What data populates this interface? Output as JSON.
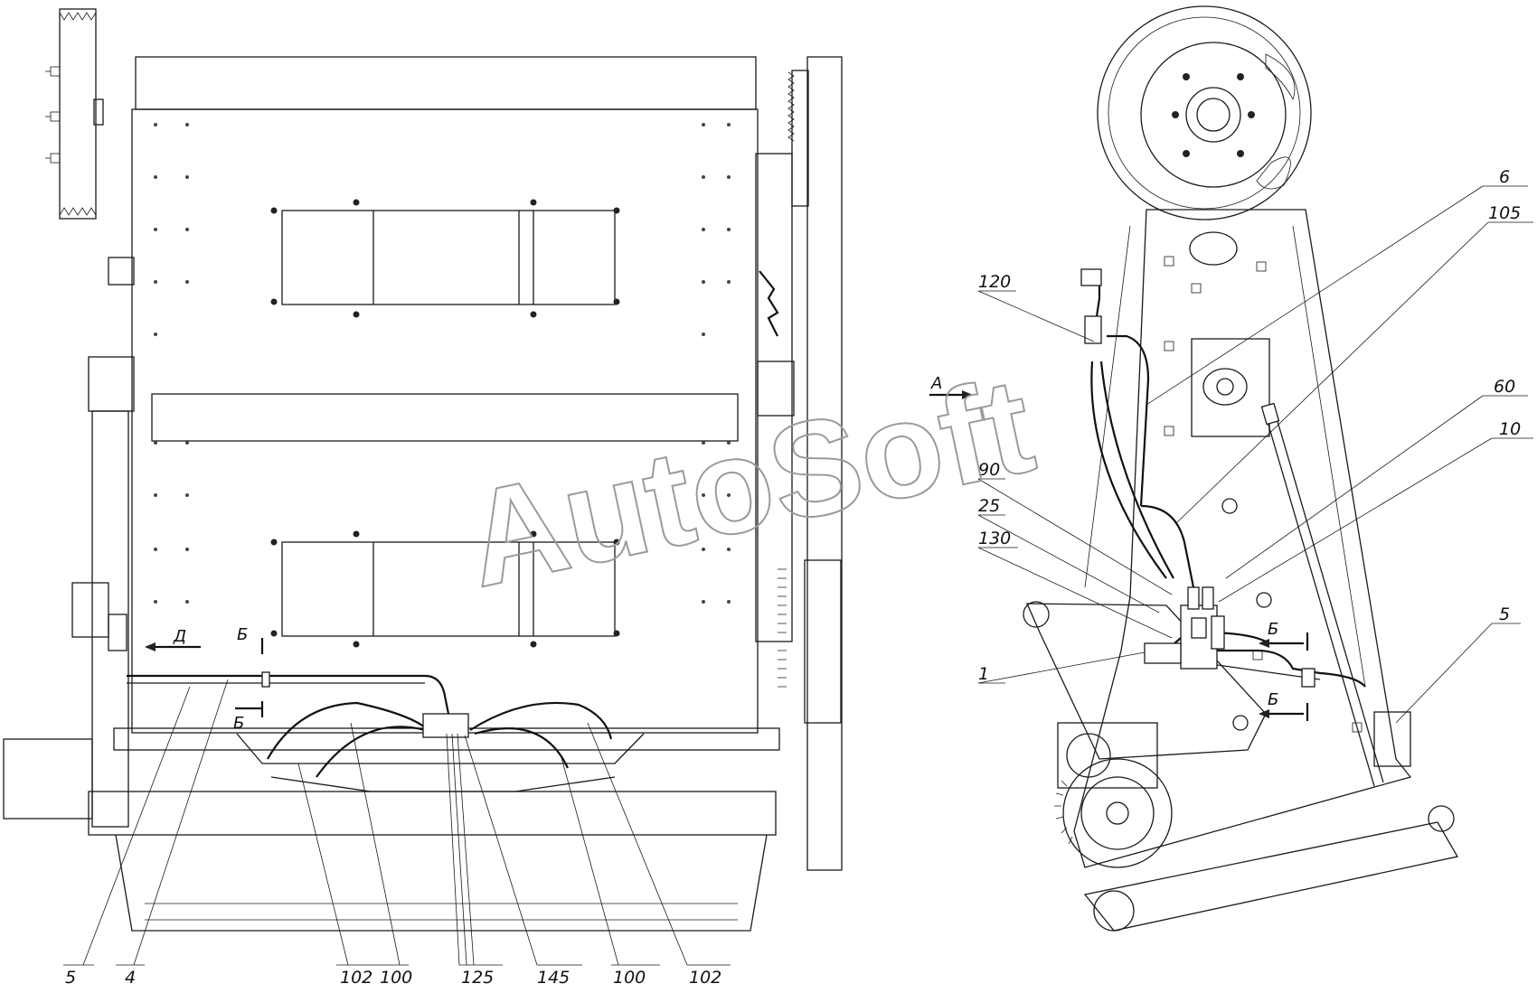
{
  "watermark": "AutoSoft",
  "left_view": {
    "section_marks": {
      "view_d": "Д",
      "section_b_top": "Б",
      "section_b_bottom": "Б"
    },
    "callouts": [
      "5",
      "4",
      "102",
      "100",
      "125",
      "145",
      "100",
      "102"
    ]
  },
  "right_view": {
    "view_a": "А",
    "section_marks": {
      "top": "Б",
      "bottom": "Б"
    },
    "callouts": [
      "120",
      "6",
      "105",
      "60",
      "10",
      "90",
      "25",
      "130",
      "1",
      "5"
    ]
  }
}
